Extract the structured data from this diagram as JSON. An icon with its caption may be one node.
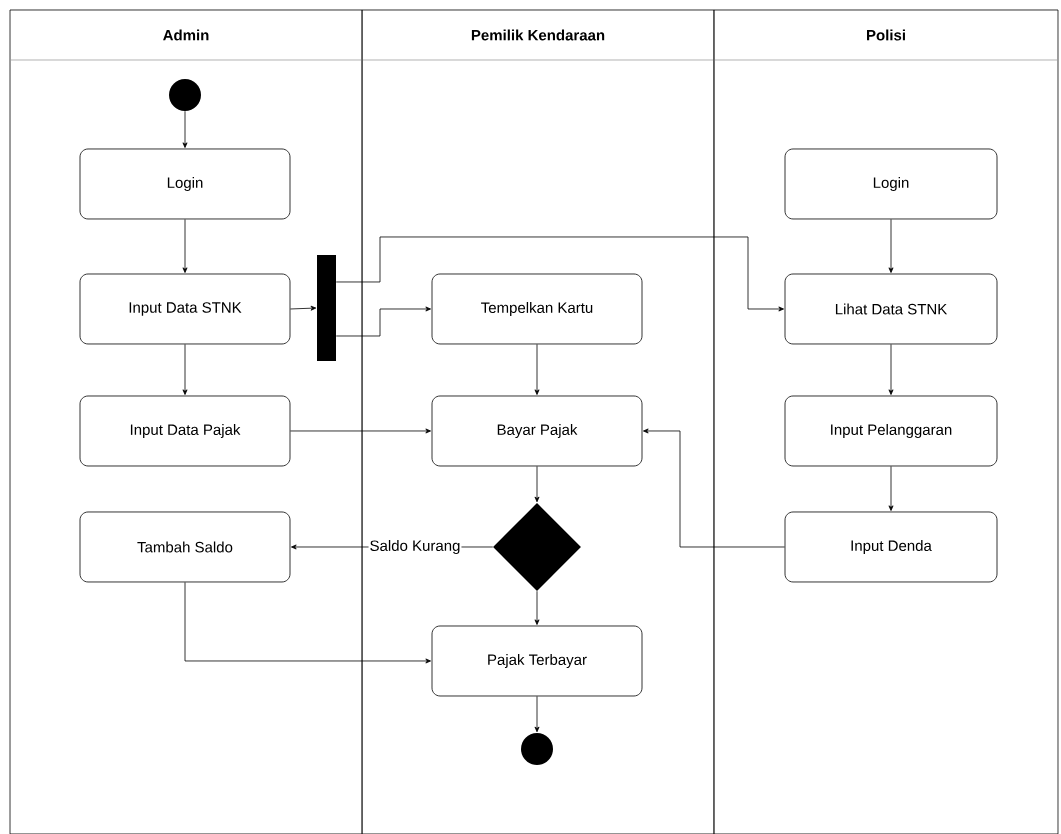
{
  "diagram": {
    "nodes": [
      {
        "text": [
          "Admin"
        ]
      },
      {
        "text": [
          "Pemilik Kendaraan"
        ]
      },
      {
        "text": [
          "Polisi"
        ]
      },
      {
        "text": [],
        "shape": "circle",
        "in": 0
      },
      {
        "text": [
          "Login"
        ],
        "in": 0
      },
      {
        "text": [
          "Input Data STNK"
        ],
        "in": 0
      },
      {
        "text": [
          "Input Data Pajak"
        ],
        "in": 0
      },
      {
        "text": [
          "Tambah Saldo"
        ],
        "in": 0
      },
      {
        "text": [],
        "shape": "bar",
        "in": 0
      },
      {
        "text": [
          "Tempelkan Kartu"
        ],
        "in": 1
      },
      {
        "text": [
          "Bayar Pajak"
        ],
        "in": 1
      },
      {
        "text": [],
        "shape": "diamond",
        "in": 1
      },
      {
        "text": [
          "Pajak Terbayar"
        ],
        "in": 1
      },
      {
        "text": [],
        "shape": "circle",
        "in": 1
      },
      {
        "text": [
          "Login"
        ],
        "in": 2
      },
      {
        "text": [
          "Lihat Data STNK"
        ],
        "in": 2
      },
      {
        "text": [
          "Input Pelanggaran"
        ],
        "in": 2
      },
      {
        "text": [
          "Input Denda"
        ],
        "in": 2
      }
    ],
    "edges": [
      {
        "from": 3,
        "to": 4,
        "arrow": "to"
      },
      {
        "from": 4,
        "to": 5,
        "arrow": "to"
      },
      {
        "from": 5,
        "to": 6,
        "arrow": "to"
      },
      {
        "from": 5,
        "to": 8,
        "arrow": "to"
      },
      {
        "from": 8,
        "to": 9,
        "arrow": "to"
      },
      {
        "from": 8,
        "to": 15,
        "arrow": "to"
      },
      {
        "from": 6,
        "to": 10,
        "arrow": "to"
      },
      {
        "from": 9,
        "to": 10,
        "arrow": "to"
      },
      {
        "from": 10,
        "to": 11,
        "arrow": "to"
      },
      {
        "from": 11,
        "to": 7,
        "arrow": "to",
        "label": "Saldo Kurang"
      },
      {
        "from": 11,
        "to": 12,
        "arrow": "to"
      },
      {
        "from": 7,
        "to": 12,
        "arrow": "to"
      },
      {
        "from": 12,
        "to": 13,
        "arrow": "to"
      },
      {
        "from": 14,
        "to": 15,
        "arrow": "to"
      },
      {
        "from": 15,
        "to": 16,
        "arrow": "to"
      },
      {
        "from": 16,
        "to": 17,
        "arrow": "to"
      },
      {
        "from": 17,
        "to": 10,
        "arrow": "to"
      }
    ]
  }
}
